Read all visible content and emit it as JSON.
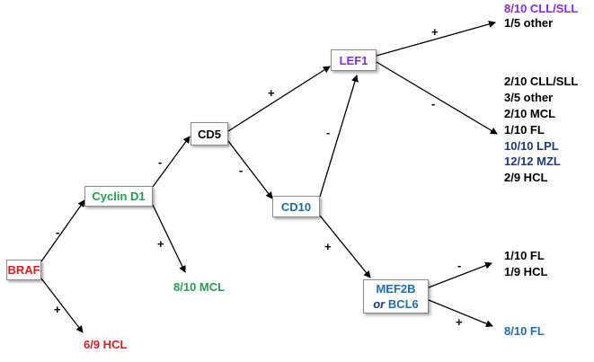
{
  "colors": {
    "red": "#e31b1b",
    "green": "#20a050",
    "black": "#000000",
    "purple": "#8a2bd8",
    "blue": "#1f6bb5",
    "navy": "#1f3a80",
    "border": "#8c8c8c"
  },
  "nodes": {
    "braf": "BRAF",
    "cyclin_d1": "Cyclin D1",
    "cd5": "CD5",
    "lef1": "LEF1",
    "cd10": "CD10",
    "mef2b_line1": "MEF2B",
    "mef2b_or": "or",
    "mef2b_line2": "BCL6"
  },
  "edge_signs": {
    "braf_to_cyclin": "-",
    "braf_to_hcl": "+",
    "cyclin_to_cd5": "-",
    "cyclin_to_mcl": "+",
    "cd5_to_lef1": "+",
    "cd5_to_cd10": "-",
    "cd10_to_lef1": "-",
    "cd10_to_mef2b": "+",
    "lef1_to_cll": "+",
    "lef1_to_mixed": "-",
    "mef2b_to_fl_hcl": "-",
    "mef2b_to_fl": "+"
  },
  "outcomes": {
    "hcl": "6/9 HCL",
    "mcl": "8/10 MCL",
    "lef1_pos": [
      "8/10 CLL/SLL",
      "1/5 other"
    ],
    "lef1_neg": [
      "2/10 CLL/SLL",
      "3/5 other",
      "2/10 MCL",
      "1/10 FL",
      "10/10 LPL",
      "12/12 MZL",
      "2/9 HCL"
    ],
    "mef2b_neg": [
      "1/10 FL",
      "1/9 HCL"
    ],
    "mef2b_pos": "8/10 FL"
  }
}
